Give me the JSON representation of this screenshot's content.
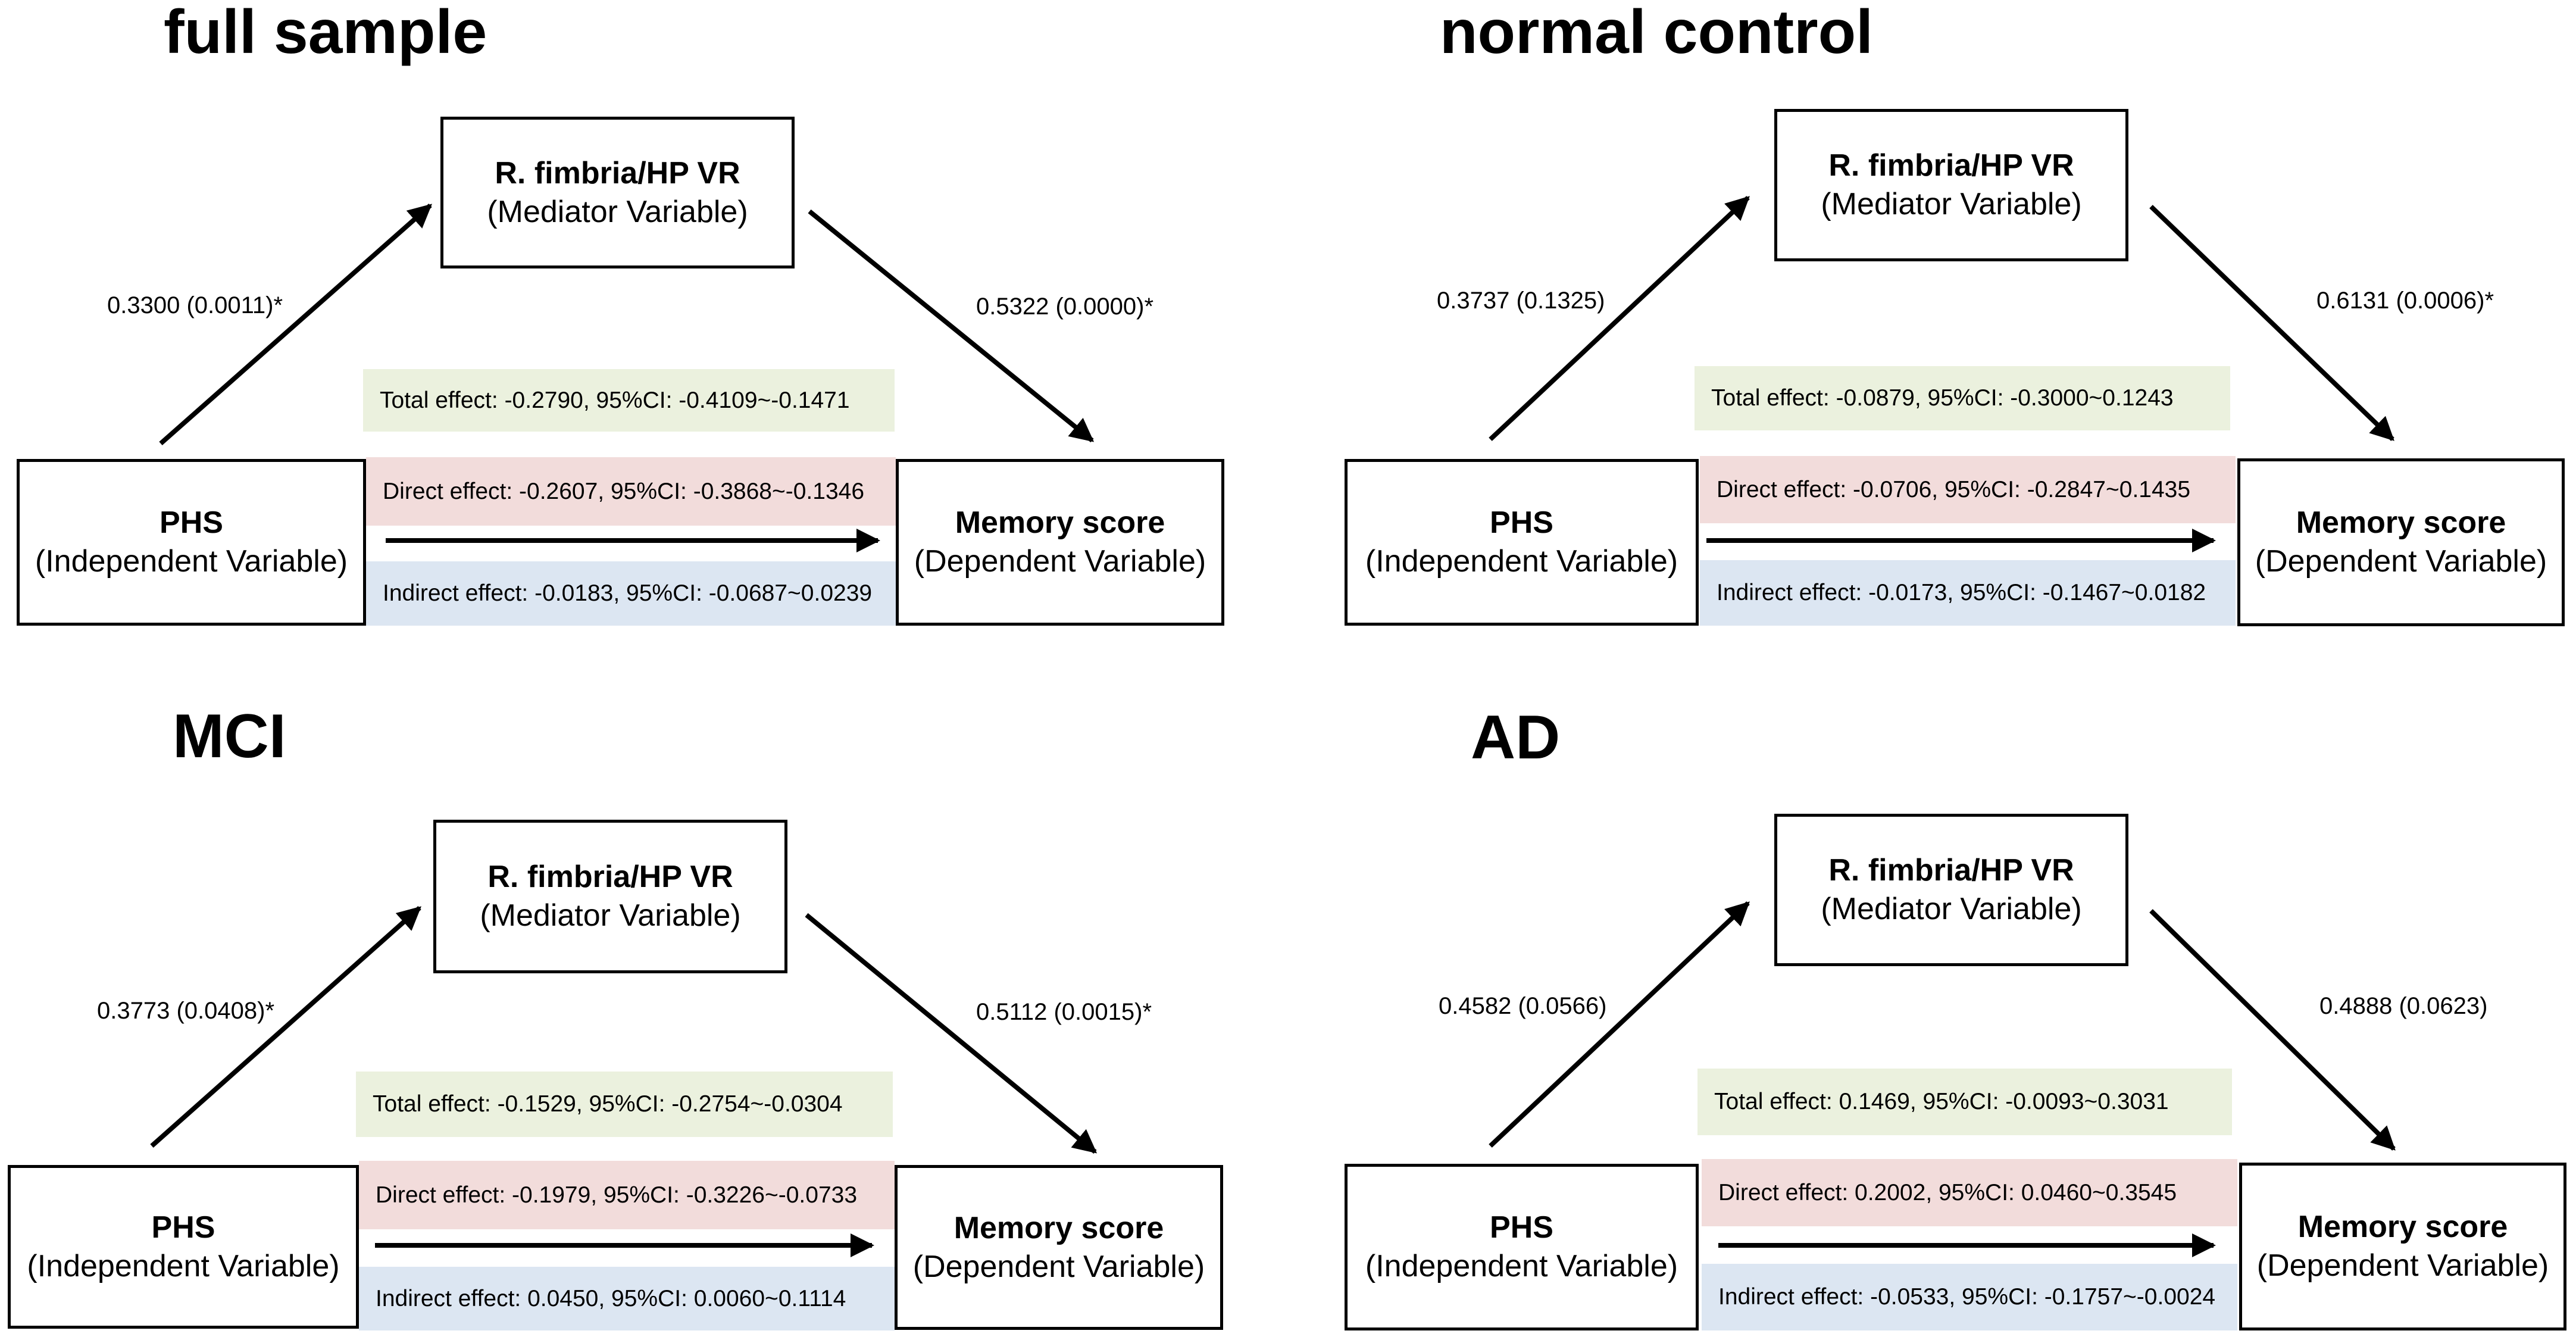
{
  "panels": [
    {
      "title": "full sample",
      "mediator": {
        "name": "R. fimbria/HP VR",
        "role": "(Mediator Variable)"
      },
      "independent": {
        "name": "PHS",
        "role": "(Independent Variable)"
      },
      "dependent": {
        "name": "Memory score",
        "role": "(Dependent Variable)"
      },
      "path_a": "0.3300 (0.0011)*",
      "path_b": "0.5322 (0.0000)*",
      "total_effect": "Total effect: -0.2790, 95%CI: -0.4109~-0.1471",
      "direct_effect": "Direct effect: -0.2607, 95%CI: -0.3868~-0.1346",
      "indirect_effect": "Indirect effect: -0.0183, 95%CI: -0.0687~0.0239"
    },
    {
      "title": "normal control",
      "mediator": {
        "name": "R. fimbria/HP VR",
        "role": "(Mediator Variable)"
      },
      "independent": {
        "name": "PHS",
        "role": "(Independent Variable)"
      },
      "dependent": {
        "name": "Memory score",
        "role": "(Dependent Variable)"
      },
      "path_a": "0.3737 (0.1325)",
      "path_b": "0.6131 (0.0006)*",
      "total_effect": "Total effect: -0.0879, 95%CI: -0.3000~0.1243",
      "direct_effect": "Direct effect: -0.0706, 95%CI: -0.2847~0.1435",
      "indirect_effect": "Indirect effect: -0.0173, 95%CI: -0.1467~0.0182"
    },
    {
      "title": "MCI",
      "mediator": {
        "name": "R. fimbria/HP VR",
        "role": "(Mediator Variable)"
      },
      "independent": {
        "name": "PHS",
        "role": "(Independent Variable)"
      },
      "dependent": {
        "name": "Memory score",
        "role": "(Dependent Variable)"
      },
      "path_a": "0.3773 (0.0408)*",
      "path_b": "0.5112 (0.0015)*",
      "total_effect": "Total effect: -0.1529, 95%CI: -0.2754~-0.0304",
      "direct_effect": "Direct effect: -0.1979, 95%CI: -0.3226~-0.0733",
      "indirect_effect": "Indirect effect: 0.0450, 95%CI: 0.0060~0.1114"
    },
    {
      "title": "AD",
      "mediator": {
        "name": "R. fimbria/HP VR",
        "role": "(Mediator Variable)"
      },
      "independent": {
        "name": "PHS",
        "role": "(Independent Variable)"
      },
      "dependent": {
        "name": "Memory score",
        "role": "(Dependent Variable)"
      },
      "path_a": "0.4582 (0.0566)",
      "path_b": "0.4888 (0.0623)",
      "total_effect": "Total effect: 0.1469, 95%CI: -0.0093~0.3031",
      "direct_effect": "Direct effect: 0.2002, 95%CI: 0.0460~0.3545",
      "indirect_effect": "Indirect effect: -0.0533, 95%CI: -0.1757~-0.0024"
    }
  ],
  "colors": {
    "total_effect_bg": "#ebf1de",
    "direct_effect_bg": "#f2dcdb",
    "indirect_effect_bg": "#dce6f2",
    "line": "#000000"
  }
}
